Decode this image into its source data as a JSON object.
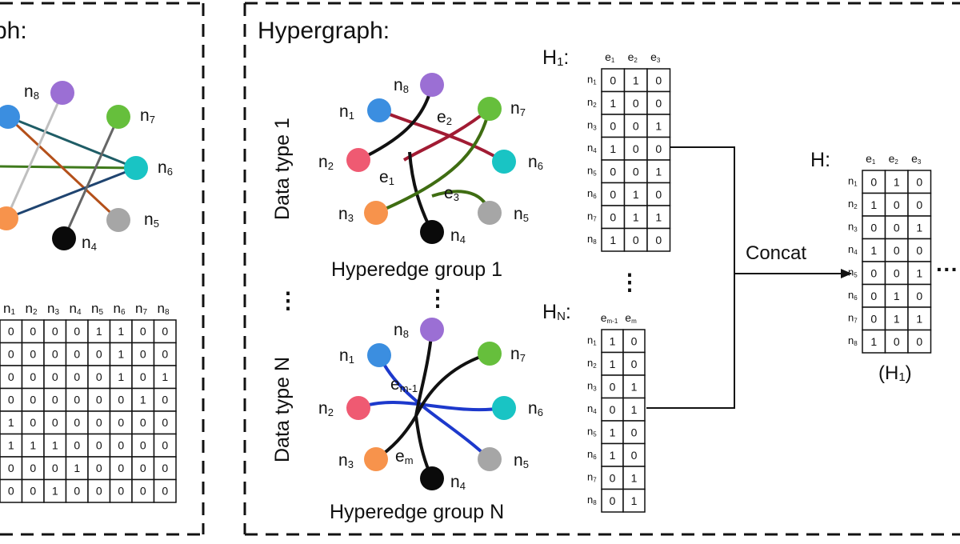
{
  "titles": {
    "graph": "ph:",
    "hypergraph": "Hypergraph:"
  },
  "colors": {
    "n1": "#3b8ee0",
    "n2": "#ef5a72",
    "n3": "#f7934c",
    "n4": "#0a0a0a",
    "n5": "#a6a6a6",
    "n6": "#19c4c4",
    "n7": "#66bf3c",
    "n8": "#9b6fd4",
    "edge_red": "#a11b33",
    "edge_green": "#3f6d12",
    "edge_blue": "#1d39cc",
    "graph_teal": "#1f5d66",
    "graph_green": "#3f7a1c",
    "graph_orange": "#b4501a",
    "graph_navy": "#1f4470",
    "graph_lightgray": "#bfbfbf",
    "graph_gray": "#666666"
  },
  "graph": {
    "nodes": [
      {
        "id": "n8",
        "base": "n",
        "sub": "8"
      },
      {
        "id": "n7",
        "base": "n",
        "sub": "7"
      },
      {
        "id": "n6",
        "base": "n",
        "sub": "6"
      },
      {
        "id": "n5",
        "base": "n",
        "sub": "5"
      },
      {
        "id": "n4",
        "base": "n",
        "sub": "4"
      }
    ],
    "adjacency": {
      "headers": [
        "n1",
        "n2",
        "n3",
        "n4",
        "n5",
        "n6",
        "n7",
        "n8"
      ],
      "rows": [
        [
          0,
          0,
          0,
          0,
          1,
          1,
          0,
          0
        ],
        [
          0,
          0,
          0,
          0,
          0,
          1,
          0,
          0
        ],
        [
          0,
          0,
          0,
          0,
          0,
          1,
          0,
          1
        ],
        [
          0,
          0,
          0,
          0,
          0,
          0,
          1,
          0
        ],
        [
          1,
          0,
          0,
          0,
          0,
          0,
          0,
          0
        ],
        [
          1,
          1,
          1,
          0,
          0,
          0,
          0,
          0
        ],
        [
          0,
          0,
          0,
          1,
          0,
          0,
          0,
          0
        ],
        [
          0,
          0,
          1,
          0,
          0,
          0,
          0,
          0
        ]
      ]
    }
  },
  "hypergraph": {
    "groups": [
      {
        "side_label": "Data type 1",
        "caption": "Hyperedge group 1",
        "nodes": [
          "n1",
          "n2",
          "n3",
          "n4",
          "n5",
          "n6",
          "n7",
          "n8"
        ],
        "edge_labels": [
          {
            "base": "e",
            "sub": "2"
          },
          {
            "base": "e",
            "sub": "1"
          },
          {
            "base": "e",
            "sub": "3"
          }
        ]
      },
      {
        "side_label": "Data type N",
        "caption": "Hyperedge group N",
        "nodes": [
          "n1",
          "n2",
          "n3",
          "n4",
          "n5",
          "n6",
          "n7",
          "n8"
        ],
        "edge_labels": [
          {
            "base": "e",
            "sub": "m-1"
          },
          {
            "base": "e",
            "sub": "m"
          }
        ]
      }
    ],
    "vdots": "⋮"
  },
  "incidence": {
    "H1": {
      "label": "H",
      "sub": "1",
      "colon": ":",
      "cols": [
        {
          "base": "e",
          "sub": "1"
        },
        {
          "base": "e",
          "sub": "2"
        },
        {
          "base": "e",
          "sub": "3"
        }
      ],
      "rows": [
        "n1",
        "n2",
        "n3",
        "n4",
        "n5",
        "n6",
        "n7",
        "n8"
      ],
      "values": [
        [
          0,
          1,
          0
        ],
        [
          1,
          0,
          0
        ],
        [
          0,
          0,
          1
        ],
        [
          1,
          0,
          0
        ],
        [
          0,
          0,
          1
        ],
        [
          0,
          1,
          0
        ],
        [
          0,
          1,
          1
        ],
        [
          1,
          0,
          0
        ]
      ]
    },
    "HN": {
      "label": "H",
      "sub": "N",
      "colon": ":",
      "cols": [
        {
          "base": "e",
          "sub": "m-1"
        },
        {
          "base": "e",
          "sub": "m"
        }
      ],
      "rows": [
        "n1",
        "n2",
        "n3",
        "n4",
        "n5",
        "n6",
        "n7",
        "n8"
      ],
      "values": [
        [
          1,
          0
        ],
        [
          1,
          0
        ],
        [
          0,
          1
        ],
        [
          0,
          1
        ],
        [
          1,
          0
        ],
        [
          1,
          0
        ],
        [
          0,
          1
        ],
        [
          0,
          1
        ]
      ]
    },
    "H": {
      "label": "H",
      "colon": ":",
      "cols": [
        {
          "base": "e",
          "sub": "1"
        },
        {
          "base": "e",
          "sub": "2"
        },
        {
          "base": "e",
          "sub": "3"
        }
      ],
      "rows": [
        "n1",
        "n2",
        "n3",
        "n4",
        "n5",
        "n6",
        "n7",
        "n8"
      ],
      "values": [
        [
          0,
          1,
          0
        ],
        [
          1,
          0,
          0
        ],
        [
          0,
          0,
          1
        ],
        [
          1,
          0,
          0
        ],
        [
          0,
          0,
          1
        ],
        [
          0,
          1,
          0
        ],
        [
          0,
          1,
          1
        ],
        [
          1,
          0,
          0
        ]
      ],
      "caption_open": "(H",
      "caption_sub": "1",
      "caption_close": ")"
    },
    "concat_label": "Concat",
    "trailing_dots": "···"
  }
}
